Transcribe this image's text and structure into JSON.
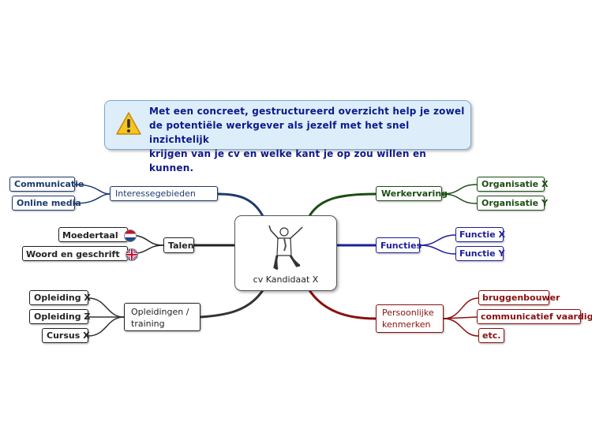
{
  "note": {
    "lines": [
      "Met een concreet, gestructureerd overzicht help je zowel",
      "de potentiële werkgever als jezelf met het snel inzichtelijk",
      "krijgen van je cv en welke kant je op zou willen en kunnen."
    ],
    "icon": "warning-icon"
  },
  "center": {
    "label": "cv Kandidaat X",
    "icon": "cheering-person-icon"
  },
  "branches": {
    "interesse": {
      "label": "Interessegebieden",
      "color": "#1d3a6e",
      "children": [
        "Communicatie",
        "Online media"
      ]
    },
    "talen": {
      "label": "Talen",
      "color": "#222222",
      "children": [
        {
          "label": "Moedertaal",
          "flag": "netherlands-flag-icon"
        },
        {
          "label": "Woord en geschrift",
          "flag": "uk-flag-icon"
        }
      ]
    },
    "opleidingen": {
      "label_line1": "Opleidingen /",
      "label_line2": "training",
      "color": "#222222",
      "children": [
        "Opleiding X",
        "Opleiding Z",
        "Cursus X"
      ]
    },
    "werkervaring": {
      "label": "Werkervaring",
      "color": "#1c4d14",
      "children": [
        "Organisatie X",
        "Organisatie Y"
      ]
    },
    "functies": {
      "label": "Functies",
      "color": "#1f1f9a",
      "children": [
        "Functie X",
        "Functie Y"
      ]
    },
    "kenmerken": {
      "label_line1": "Persoonlijke",
      "label_line2": "kenmerken",
      "color": "#8a1010",
      "children": [
        "bruggenbouwer",
        "communicatief vaardig",
        "etc."
      ]
    }
  }
}
